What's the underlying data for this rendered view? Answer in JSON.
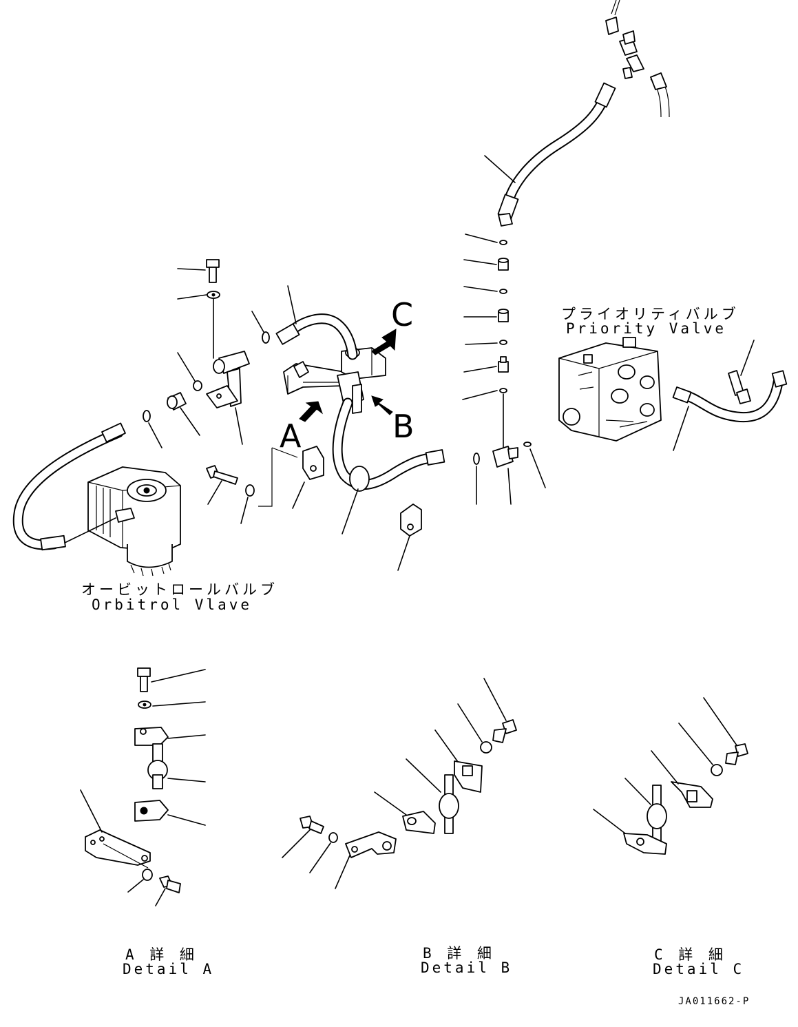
{
  "orbitrol_valve": {
    "label_jp": "オービットロールバルブ",
    "label_en": "Orbitrol Vlave"
  },
  "priority_valve": {
    "label_jp": "プライオリティバルブ",
    "label_en": "Priority Valve"
  },
  "view_markers": {
    "a": "A",
    "b": "B",
    "c": "C"
  },
  "details": [
    {
      "label_jp": "A 詳 細",
      "label_en": "Detail A"
    },
    {
      "label_jp": "B 詳 細",
      "label_en": "Detail B"
    },
    {
      "label_jp": "C 詳 細",
      "label_en": "Detail C"
    }
  ],
  "drawing_code": "JA011662-P"
}
